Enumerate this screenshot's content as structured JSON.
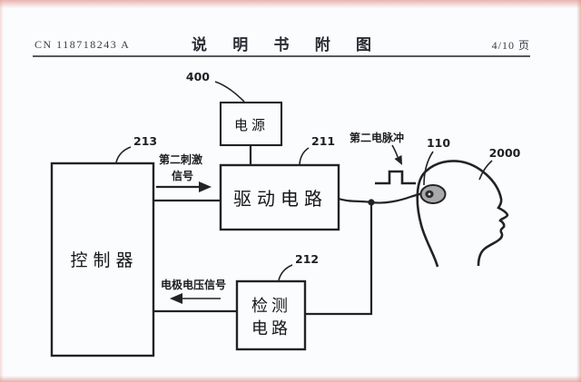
{
  "header": {
    "patent_number": "CN 118718243 A",
    "title": "说 明 书 附 图",
    "page": "4/10 页"
  },
  "diagram": {
    "boxes": {
      "power": {
        "label": "电源",
        "ref": "400"
      },
      "controller": {
        "label": "控制器",
        "ref": "213"
      },
      "drive": {
        "label": "驱动电路",
        "ref": "211"
      },
      "detect": {
        "label_line1": "检测",
        "label_line2": "电路",
        "ref": "212"
      }
    },
    "signals": {
      "stimulus_line1": "第二刺激",
      "stimulus_line2": "信号",
      "pulse_label": "第二电脉冲",
      "electrode_voltage": "电极电压信号"
    },
    "refs": {
      "electrode": "110",
      "head": "2000"
    },
    "icons": {
      "pulse_glyph": "square-pulse",
      "electrode_glyph": "electrode-on-scalp"
    },
    "colors": {
      "line": "#232326",
      "paper": "#fbfcfe",
      "edge_tint": "#e29c92"
    }
  }
}
